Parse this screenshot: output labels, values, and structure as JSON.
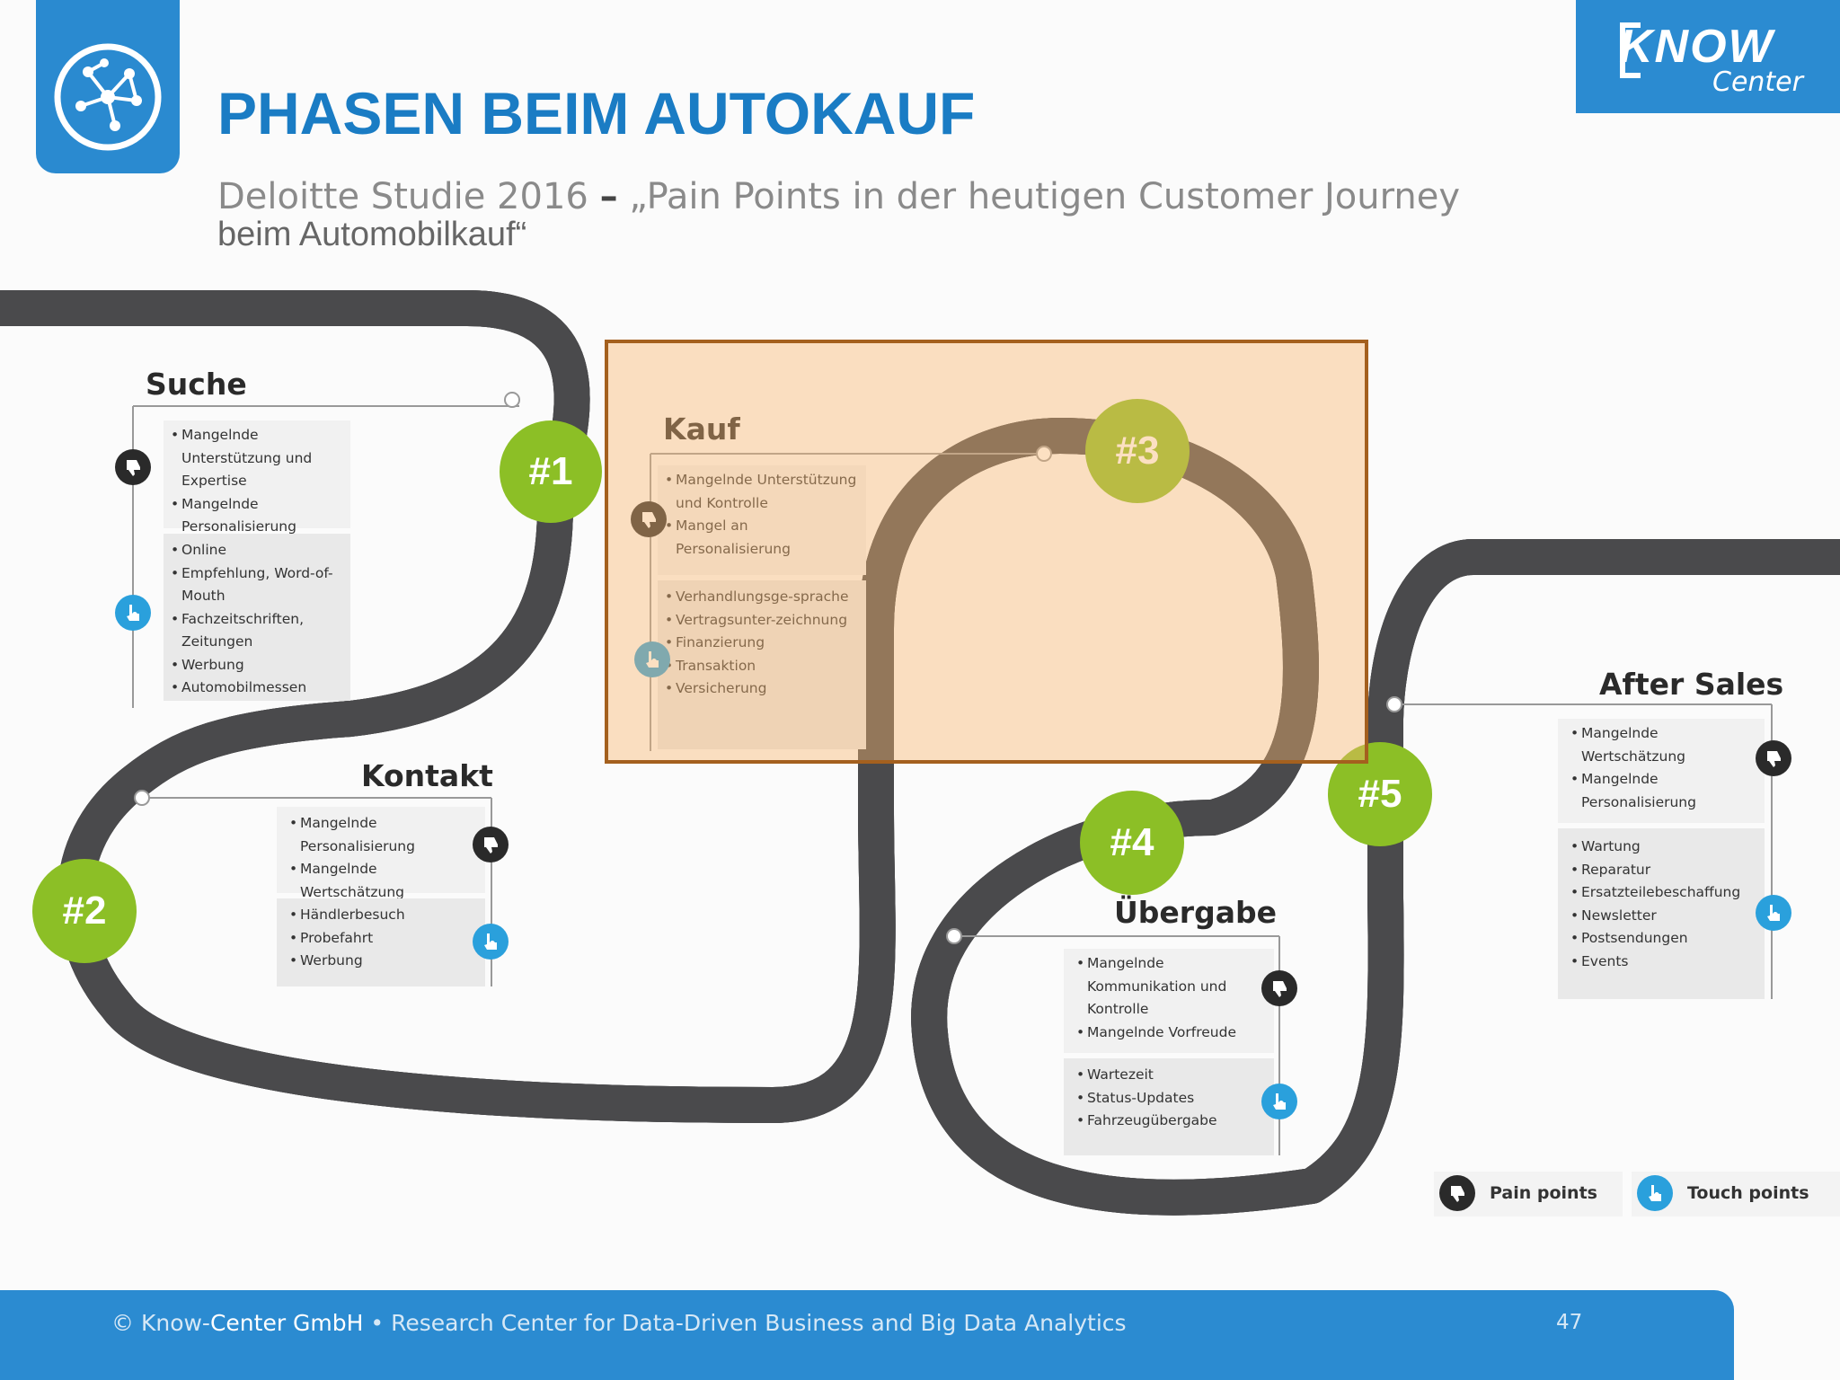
{
  "header": {
    "title": "PHASEN BEIM AUTOKAUF",
    "subtitle_part1": "Deloitte Studie 2016",
    "subtitle_dash": "–",
    "subtitle_part2": "„Pain Points in der heutigen Customer Journey",
    "subtitle_line2": "beim Automobilkauf“"
  },
  "brand": {
    "word1": "KNOW",
    "word2": "Center",
    "color": "#2b8bd1"
  },
  "diagram": {
    "badges": [
      "#1",
      "#2",
      "#3",
      "#4",
      "#5"
    ],
    "badge_color": "#8cbf26",
    "phases": [
      {
        "name": "Suche",
        "pain": [
          "Mangelnde Unterstützung und Expertise",
          "Mangelnde Personalisierung"
        ],
        "touch": [
          "Online",
          "Empfehlung, Word-of-Mouth",
          "Fachzeitschriften, Zeitungen",
          "Werbung",
          "Automobilmessen"
        ]
      },
      {
        "name": "Kontakt",
        "pain": [
          "Mangelnde Personalisierung",
          "Mangelnde Wertschätzung"
        ],
        "touch": [
          "Händlerbesuch",
          "Probefahrt",
          "Werbung"
        ]
      },
      {
        "name": "Kauf",
        "pain": [
          "Mangelnde Unterstützung und Kontrolle",
          "Mangel an Personalisierung"
        ],
        "touch": [
          "Verhandlungsge-sprache",
          "Vertragsunter-zeichnung",
          "Finanzierung",
          "Transaktion",
          "Versicherung"
        ]
      },
      {
        "name": "Übergabe",
        "pain": [
          "Mangelnde Kommunikation und Kontrolle",
          "Mangelnde Vorfreude"
        ],
        "touch": [
          "Wartezeit",
          "Status-Updates",
          "Fahrzeugübergabe"
        ]
      },
      {
        "name": "After Sales",
        "pain": [
          "Mangelnde Wertschätzung",
          "Mangelnde Personalisierung"
        ],
        "touch": [
          "Wartung",
          "Reparatur",
          "Ersatzteilebeschaffung",
          "Newsletter",
          "Postsendungen",
          "Events"
        ]
      }
    ],
    "legend": {
      "pain": "Pain points",
      "touch": "Touch points"
    },
    "colors": {
      "road": "#4a4a4c",
      "pain_icon": "#2a2a2a",
      "touch_icon": "#2aa0dc",
      "highlight_border": "#a4601e"
    }
  },
  "footer": {
    "copyright": "©",
    "company_prefix": "Know-",
    "company": "Center GmbH",
    "tagline": "• Research Center for Data-Driven Business and Big Data Analytics",
    "page": "47"
  }
}
